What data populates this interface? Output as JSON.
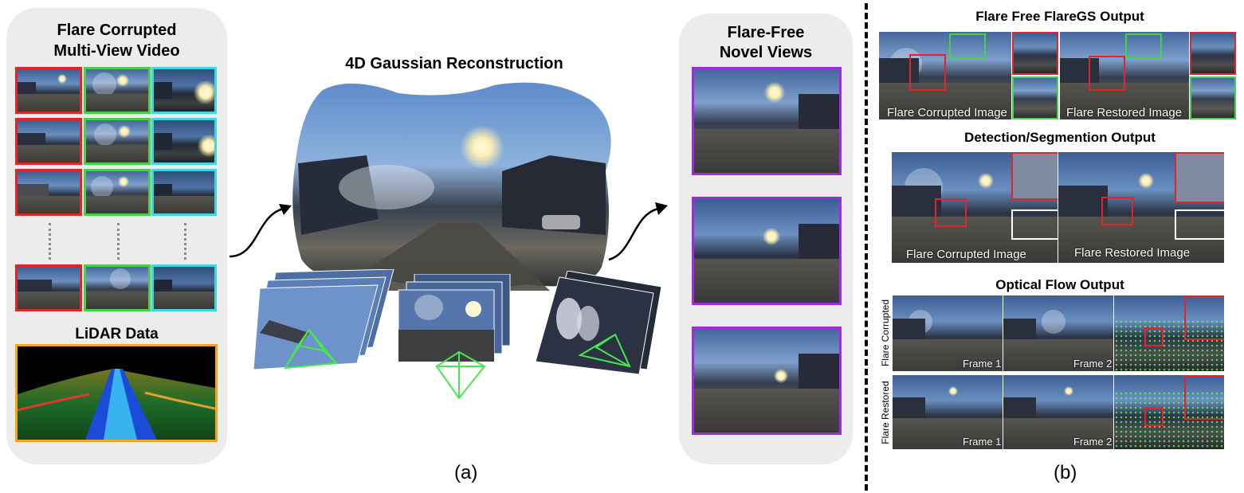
{
  "colors": {
    "corrupted_red": "#e0262b",
    "view_green": "#47d24c",
    "view_cyan": "#3fd6dc",
    "novel_purple": "#a02bdc",
    "lidar_orange": "#f3a51e",
    "camera_green": "#47e84c"
  },
  "left_panel": {
    "title_line1": "Flare Corrupted",
    "title_line2": "Multi-View Video",
    "lidar_title": "LiDAR Data"
  },
  "center": {
    "title": "4D Gaussian Reconstruction"
  },
  "novel_panel": {
    "title_line1": "Flare-Free",
    "title_line2": "Novel Views"
  },
  "right": {
    "flaregs_title": "Flare Free FlareGS Output",
    "flaregs_corrupted_label": "Flare Corrupted Image",
    "flaregs_restored_label": "Flare Restored Image",
    "detection_title": "Detection/Segmention Output",
    "detection_corrupted_label": "Flare Corrupted Image",
    "detection_restored_label": "Flare Restored Image",
    "flow_title": "Optical Flow Output",
    "flow_row1_label": "Flare Corrupted",
    "flow_row2_label": "Flare Restored",
    "frame1": "Frame 1",
    "frame2": "Frame 2"
  },
  "captions": {
    "a": "(a)",
    "b": "(b)"
  }
}
